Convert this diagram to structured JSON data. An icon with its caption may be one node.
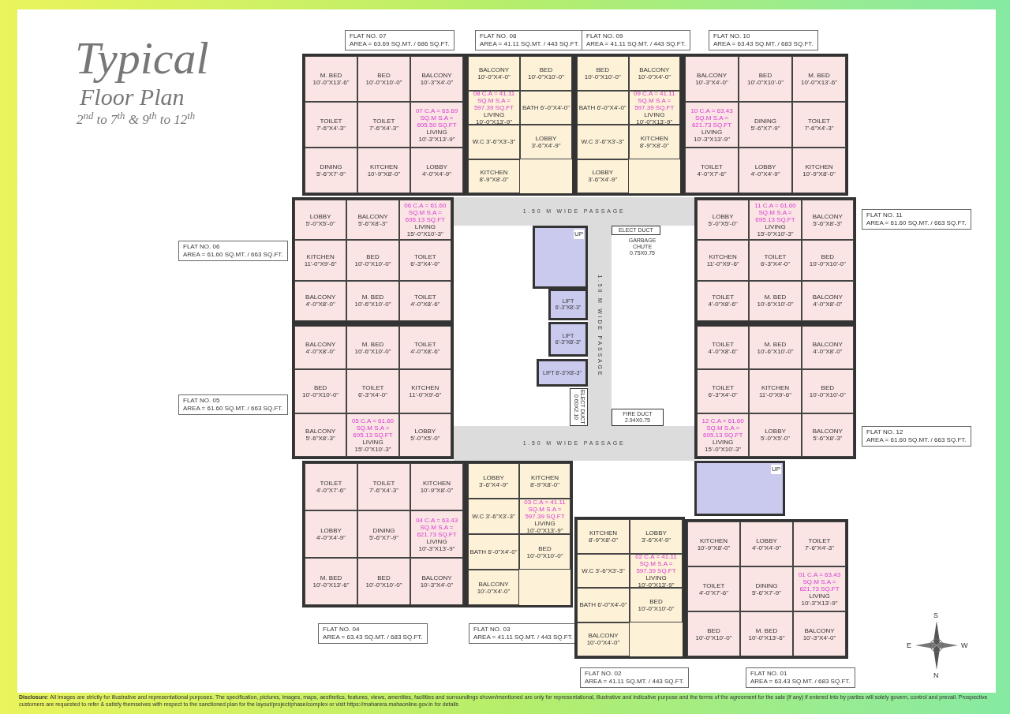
{
  "diagram": {
    "title": "Typical",
    "nodes": [
      {
        "text": [
          "FLAT NO. 07",
          "AREA = 63.69 SQ.MT. / 686 SQ.FT."
        ]
      },
      {
        "text": [],
        "shape": "box"
      },
      {
        "text": [
          "M. BED 10'-0\"X13'-6\""
        ],
        "in": 1
      },
      {
        "text": [
          "BED 10'-0\"X10'-0\""
        ],
        "in": 1
      },
      {
        "text": [
          "BALCONY 10'-3\"X4'-0\""
        ],
        "in": 1
      },
      {
        "text": [
          "TOILET 7'-6\"X4'-3\""
        ],
        "in": 1
      },
      {
        "text": [
          "TOILET 7'-6\"X4'-3\""
        ],
        "in": 1
      },
      {
        "text": [
          "07 C.A = 63.69 SQ.M S.A = 605.50 SQ.FT",
          "LIVING 10'-3\"X13'-9\""
        ],
        "in": 1
      },
      {
        "text": [
          "DINING 5'-6\"X7'-9\""
        ],
        "in": 1
      },
      {
        "text": [
          "KITCHEN 10'-9\"X8'-0\""
        ],
        "in": 1
      },
      {
        "text": [
          "LOBBY 4'-0\"X4'-9\""
        ],
        "in": 1
      },
      {
        "text": [
          "FLAT NO. 08",
          "AREA = 41.11 SQ.MT. / 443 SQ.FT."
        ]
      },
      {
        "text": [],
        "shape": "box"
      },
      {
        "text": [
          "BALCONY 10'-0\"X4'-0\""
        ],
        "in": 12
      },
      {
        "text": [
          "BED 10'-0\"X10'-0\""
        ],
        "in": 12
      },
      {
        "text": [
          "08 C.A = 41.11 SQ.M S.A = 597.39 SQ.FT",
          "LIVING 10'-0\"X13'-9\""
        ],
        "in": 12
      },
      {
        "text": [
          "BATH 6'-0\"X4'-0\""
        ],
        "in": 12
      },
      {
        "text": [
          "W.C 3'-6\"X3'-3\""
        ],
        "in": 12
      },
      {
        "text": [
          "LOBBY 3'-6\"X4'-9\""
        ],
        "in": 12
      },
      {
        "text": [
          "KITCHEN 8'-9\"X8'-0\""
        ],
        "in": 12
      },
      {
        "text": [
          "FLAT NO. 09",
          "AREA = 41.11 SQ.MT. / 443 SQ.FT."
        ]
      },
      {
        "text": [],
        "shape": "box"
      },
      {
        "text": [
          "BED 10'-0\"X10'-0\""
        ],
        "in": 21
      },
      {
        "text": [
          "BALCONY 10'-0\"X4'-0\""
        ],
        "in": 21
      },
      {
        "text": [
          "BATH 6'-0\"X4'-0\""
        ],
        "in": 21
      },
      {
        "text": [
          "09 C.A = 41.11 SQ.M S.A = 597.39 SQ.FT",
          "LIVING 10'-0\"X13'-9\""
        ],
        "in": 21
      },
      {
        "text": [
          "W.C 3'-6\"X3'-3\""
        ],
        "in": 21
      },
      {
        "text": [
          "KITCHEN 8'-9\"X8'-0\""
        ],
        "in": 21
      },
      {
        "text": [
          "LOBBY 3'-6\"X4'-9\""
        ],
        "in": 21
      },
      {
        "text": [
          "FLAT NO. 10",
          "AREA = 63.43 SQ.MT. / 683 SQ.FT."
        ]
      },
      {
        "text": [],
        "shape": "box"
      },
      {
        "text": [
          "BALCONY 10'-3\"X4'-0\""
        ],
        "in": 30
      },
      {
        "text": [
          "BED 10'-0\"X10'-0\""
        ],
        "in": 30
      },
      {
        "text": [
          "M. BED 10'-0\"X13'-6\""
        ],
        "in": 30
      },
      {
        "text": [
          "10 C.A = 63.43 SQ.M S.A = 621.73 SQ.FT",
          "LIVING 10'-3\"X13'-9\""
        ],
        "in": 30
      },
      {
        "text": [
          "DINING 5'-6\"X7'-9\""
        ],
        "in": 30
      },
      {
        "text": [
          "TOILET 7'-6\"X4'-3\""
        ],
        "in": 30
      },
      {
        "text": [
          "TOILET 4'-0\"X7'-6\""
        ],
        "in": 30
      },
      {
        "text": [
          "LOBBY 4'-0\"X4'-9\""
        ],
        "in": 30
      },
      {
        "text": [
          "KITCHEN 10'-9\"X8'-0\""
        ],
        "in": 30
      },
      {
        "text": [
          "FLAT NO. 06",
          "AREA = 61.60 SQ.MT. / 663 SQ.FT."
        ]
      },
      {
        "text": [],
        "shape": "box"
      },
      {
        "text": [
          "LOBBY 5'-0\"X5'-0\""
        ],
        "in": 41
      },
      {
        "text": [
          "BALCONY 5'-6\"X8'-3\""
        ],
        "in": 41
      },
      {
        "text": [
          "06 C.A = 61.60 SQ.M S.A = 695.13 SQ.FT",
          "LIVING 15'-0\"X10'-3\""
        ],
        "in": 41
      },
      {
        "text": [
          "KITCHEN 11'-0\"X9'-6\""
        ],
        "in": 41
      },
      {
        "text": [
          "BED 10'-0\"X10'-0\""
        ],
        "in": 41
      },
      {
        "text": [
          "TOILET 6'-3\"X4'-0\""
        ],
        "in": 41
      },
      {
        "text": [
          "BALCONY 4'-0\"X8'-0\""
        ],
        "in": 41
      },
      {
        "text": [
          "M. BED 10'-6\"X10'-0\""
        ],
        "in": 41
      },
      {
        "text": [
          "TOILET 4'-0\"X8'-6\""
        ],
        "in": 41
      },
      {
        "text": [
          "FLAT NO. 11",
          "AREA = 61.60 SQ.MT. / 663 SQ.FT."
        ]
      },
      {
        "text": [],
        "shape": "box"
      },
      {
        "text": [
          "LOBBY 5'-0\"X5'-0\""
        ],
        "in": 52
      },
      {
        "text": [
          "11 C.A = 61.60 SQ.M S.A = 695.13 SQ.FT",
          "LIVING 15'-0\"X10'-3\""
        ],
        "in": 52
      },
      {
        "text": [
          "BALCONY 5'-6\"X8'-3\""
        ],
        "in": 52
      },
      {
        "text": [
          "KITCHEN 11'-0\"X9'-6\""
        ],
        "in": 52
      },
      {
        "text": [
          "TOILET 6'-3\"X4'-0\""
        ],
        "in": 52
      },
      {
        "text": [
          "BED 10'-0\"X10'-0\""
        ],
        "in": 52
      },
      {
        "text": [
          "TOILET 4'-0\"X8'-6\""
        ],
        "in": 52
      },
      {
        "text": [
          "M. BED 10'-6\"X10'-0\""
        ],
        "in": 52
      },
      {
        "text": [
          "BALCONY 4'-0\"X8'-0\""
        ],
        "in": 52
      },
      {
        "text": [
          "FLAT NO. 05",
          "AREA = 61.60 SQ.MT. / 663 SQ.FT."
        ]
      },
      {
        "text": [],
        "shape": "box"
      },
      {
        "text": [
          "BALCONY 4'-0\"X8'-0\""
        ],
        "in": 63
      },
      {
        "text": [
          "M. BED 10'-6\"X10'-0\""
        ],
        "in": 63
      },
      {
        "text": [
          "TOILET 4'-0\"X8'-6\""
        ],
        "in": 63
      },
      {
        "text": [
          "BED 10'-0\"X10'-0\""
        ],
        "in": 63
      },
      {
        "text": [
          "TOILET 6'-3\"X4'-0\""
        ],
        "in": 63
      },
      {
        "text": [
          "KITCHEN 11'-0\"X9'-6\""
        ],
        "in": 63
      },
      {
        "text": [
          "BALCONY 5'-6\"X8'-3\""
        ],
        "in": 63
      },
      {
        "text": [
          "05 C.A = 61.60 SQ.M S.A = 695.13 SQ.FT",
          "LIVING 15'-0\"X10'-3\""
        ],
        "in": 63
      },
      {
        "text": [
          "LOBBY 5'-0\"X5'-0\""
        ],
        "in": 63
      },
      {
        "text": [
          "FLAT NO. 12",
          "AREA = 61.60 SQ.MT. / 663 SQ.FT."
        ]
      },
      {
        "text": [],
        "shape": "box"
      },
      {
        "text": [
          "TOILET 4'-0\"X8'-6\""
        ],
        "in": 74
      },
      {
        "text": [
          "M. BED 10'-6\"X10'-0\""
        ],
        "in": 74
      },
      {
        "text": [
          "BALCONY 4'-0\"X8'-0\""
        ],
        "in": 74
      },
      {
        "text": [
          "TOILET 6'-3\"X4'-0\""
        ],
        "in": 74
      },
      {
        "text": [
          "KITCHEN 11'-0\"X9'-6\""
        ],
        "in": 74
      },
      {
        "text": [
          "BED 10'-0\"X10'-0\""
        ],
        "in": 74
      },
      {
        "text": [
          "12 C.A = 61.60 SQ.M S.A = 695.13 SQ.FT",
          "LIVING 15'-0\"X10'-3\""
        ],
        "in": 74
      },
      {
        "text": [
          "LOBBY 5'-0\"X5'-0\""
        ],
        "in": 74
      },
      {
        "text": [
          "BALCONY 5'-6\"X8'-3\""
        ],
        "in": 74
      },
      {
        "text": [
          "FLAT NO. 04",
          "AREA = 63.43 SQ.MT. / 683 SQ.FT."
        ]
      },
      {
        "text": [],
        "shape": "box"
      },
      {
        "text": [
          "TOILET 4'-0\"X7'-6\""
        ],
        "in": 85
      },
      {
        "text": [
          "TOILET 7'-6\"X4'-3\""
        ],
        "in": 85
      },
      {
        "text": [
          "KITCHEN 10'-9\"X8'-0\""
        ],
        "in": 85
      },
      {
        "text": [
          "LOBBY 4'-0\"X4'-9\""
        ],
        "in": 85
      },
      {
        "text": [
          "DINING 5'-6\"X7'-9\""
        ],
        "in": 85
      },
      {
        "text": [
          "04 C.A = 63.43 SQ.M S.A = 621.73 SQ.FT",
          "LIVING 10'-3\"X13'-9\""
        ],
        "in": 85
      },
      {
        "text": [
          "M. BED 10'-0\"X13'-6\""
        ],
        "in": 85
      },
      {
        "text": [
          "BED 10'-0\"X10'-0\""
        ],
        "in": 85
      },
      {
        "text": [
          "BALCONY 10'-3\"X4'-0\""
        ],
        "in": 85
      },
      {
        "text": [
          "FLAT NO. 03",
          "AREA = 41.11 SQ.MT. / 443 SQ.FT."
        ]
      },
      {
        "text": [],
        "shape": "box"
      },
      {
        "text": [
          "LOBBY 3'-6\"X4'-9\""
        ],
        "in": 96
      },
      {
        "text": [
          "KITCHEN 8'-9\"X8'-0\""
        ],
        "in": 96
      },
      {
        "text": [
          "W.C 3'-6\"X3'-3\""
        ],
        "in": 96
      },
      {
        "text": [
          "03 C.A = 41.11 SQ.M S.A = 597.39 SQ.FT",
          "LIVING 10'-0\"X13'-9\""
        ],
        "in": 96
      },
      {
        "text": [
          "BATH 6'-0\"X4'-0\""
        ],
        "in": 96
      },
      {
        "text": [
          "BED 10'-0\"X10'-0\""
        ],
        "in": 96
      },
      {
        "text": [
          "BALCONY 10'-0\"X4'-0\""
        ],
        "in": 96
      },
      {
        "text": [
          "FLAT NO. 02",
          "AREA = 41.11 SQ.MT. / 443 SQ.FT."
        ]
      },
      {
        "text": [],
        "shape": "box"
      },
      {
        "text": [
          "KITCHEN 8'-9\"X8'-0\""
        ],
        "in": 105
      },
      {
        "text": [
          "LOBBY 3'-6\"X4'-9\""
        ],
        "in": 105
      },
      {
        "text": [
          "W.C 3'-6\"X3'-3\""
        ],
        "in": 105
      },
      {
        "text": [
          "02 C.A = 41.11 SQ.M S.A = 597.39 SQ.FT",
          "LIVING 10'-0\"X13'-9\""
        ],
        "in": 105
      },
      {
        "text": [
          "BATH 6'-0\"X4'-0\""
        ],
        "in": 105
      },
      {
        "text": [
          "BED 10'-0\"X10'-0\""
        ],
        "in": 105
      },
      {
        "text": [
          "BALCONY 10'-0\"X4'-0\""
        ],
        "in": 105
      },
      {
        "text": [
          "FLAT NO. 01",
          "AREA = 63.43 SQ.MT. / 683 SQ.FT."
        ]
      },
      {
        "text": [],
        "shape": "box"
      },
      {
        "text": [
          "KITCHEN 10'-9\"X8'-0\""
        ],
        "in": 114
      },
      {
        "text": [
          "LOBBY 4'-0\"X4'-9\""
        ],
        "in": 114
      },
      {
        "text": [
          "TOILET 7'-6\"X4'-3\""
        ],
        "in": 114
      },
      {
        "text": [
          "TOILET 4'-0\"X7'-6\""
        ],
        "in": 114
      },
      {
        "text": [
          "DINING 5'-6\"X7'-9\""
        ],
        "in": 114
      },
      {
        "text": [
          "01 C.A = 63.43 SQ.M S.A = 621.73 SQ.FT",
          "LIVING 10'-3\"X13'-9\""
        ],
        "in": 114
      },
      {
        "text": [
          "BED 10'-0\"X10'-0\""
        ],
        "in": 114
      },
      {
        "text": [
          "M. BED 10'-0\"X13'-6\""
        ],
        "in": 114
      },
      {
        "text": [
          "BALCONY 10'-3\"X4'-0\""
        ],
        "in": 114
      },
      {
        "text": [
          "1.50 M WIDE PASSAGE"
        ]
      },
      {
        "text": [
          "1.50 M WIDE PASSAGE"
        ]
      },
      {
        "text": [
          "1.50 M WIDE PASSAGE"
        ]
      },
      {
        "text": [
          "UP"
        ]
      },
      {
        "text": [
          "LIFT 6'-3\"X8'-3\""
        ]
      },
      {
        "text": [
          "LIFT 6'-3\"X8'-3\""
        ]
      },
      {
        "text": [
          "LIFT 8'-3\"X8'-3\""
        ]
      },
      {
        "text": [
          "ELECT DUCT 0.60X2.10"
        ]
      },
      {
        "text": [
          "ELECT DUCT"
        ]
      },
      {
        "text": [
          "GARBAGE CHUTE 0.75X0.75"
        ]
      },
      {
        "text": [
          "FIRE DUCT 2.94X0.75"
        ]
      },
      {
        "text": [
          "UP"
        ]
      }
    ],
    "labels": [
      "Floor Plan",
      "2$^{nd}$ to 7$^{th}$ & 9$^{th}$ to 12$^{th}$",
      "S",
      "E",
      "W",
      "N",
      "**Disclosure**: All images are strictly for illustrative and representational purposes. The specification, pictures, images, maps, aesthetics, features, views, amenities, facilities and surroundings shown/mentioned are only for representational, illustrative and indicative purpose and the terms of the agreement for the sale (if any) if entered into by parties will solely govern, control and prevail. Prospective customers are requested to refer & satisfy themselves with respect to the sanctioned plan for the layout/project/phase/complex or visit https://maharera.mahaonline.gov.in for details"
    ]
  }
}
